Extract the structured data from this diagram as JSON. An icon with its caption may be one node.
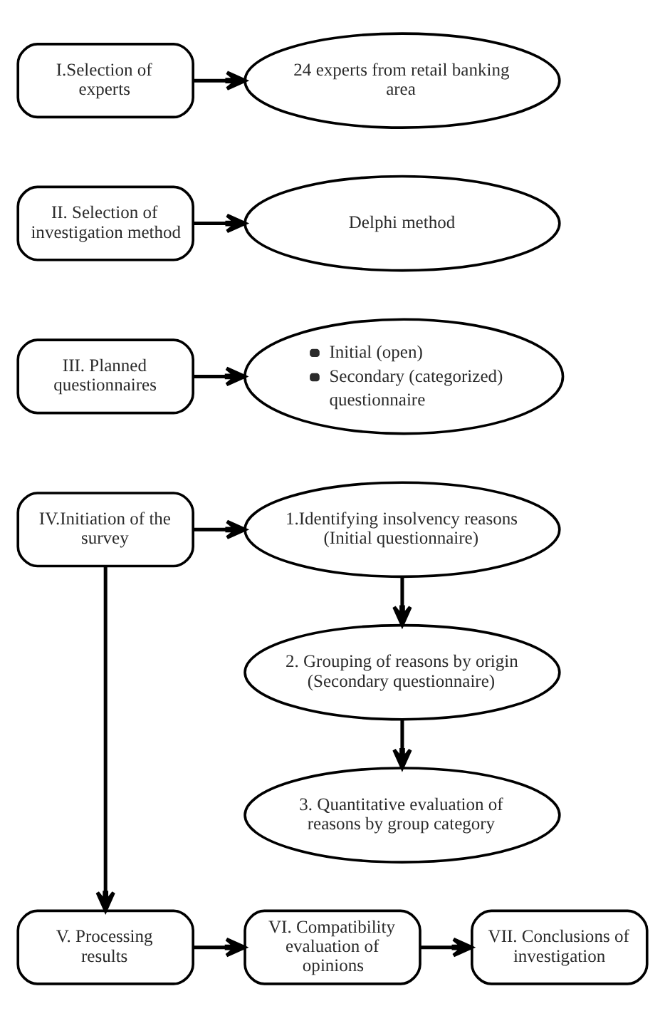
{
  "diagram": {
    "nodes": [
      {
        "text": [
          "I.Selection of experts"
        ]
      },
      {
        "text": [
          "24 experts from retail banking area"
        ]
      },
      {
        "text": [
          "II. Selection of investigation method"
        ]
      },
      {
        "text": [
          "Delphi method"
        ]
      },
      {
        "text": [
          "III. Planned questionnaires"
        ]
      },
      {
        "text": [
          "Initial (open)",
          "Secondary (categorized) questionnaire"
        ]
      },
      {
        "text": [
          "IV.Initiation of the survey"
        ]
      },
      {
        "text": [
          "1.Identifying insolvency reasons (Initial questionnaire)"
        ]
      },
      {
        "text": [
          "2. Grouping of reasons by origin (Secondary questionnaire)"
        ]
      },
      {
        "text": [
          "3. Quantitative evaluation of reasons by group category"
        ]
      },
      {
        "text": [
          "V. Processing results"
        ]
      },
      {
        "text": [
          "VI. Compatibility evaluation of opinions"
        ]
      },
      {
        "text": [
          "VII. Conclusions of investigation"
        ]
      }
    ],
    "edges": [
      {
        "from": 0,
        "to": 1,
        "arrow": "to"
      },
      {
        "from": 2,
        "to": 3,
        "arrow": "to"
      },
      {
        "from": 4,
        "to": 5,
        "arrow": "to"
      },
      {
        "from": 6,
        "to": 7,
        "arrow": "to"
      },
      {
        "from": 7,
        "to": 8,
        "arrow": "to"
      },
      {
        "from": 8,
        "to": 9,
        "arrow": "to"
      },
      {
        "from": 6,
        "to": 10,
        "arrow": "to"
      },
      {
        "from": 10,
        "to": 11,
        "arrow": "to"
      },
      {
        "from": 11,
        "to": 12,
        "arrow": "to"
      }
    ]
  }
}
